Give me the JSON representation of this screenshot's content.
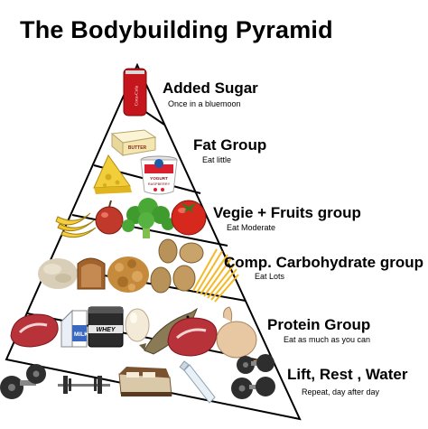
{
  "title": "The Bodybuilding Pyramid",
  "tiers": [
    {
      "label": "Added Sugar",
      "sub": "Once in a bluemoon"
    },
    {
      "label": "Fat Group",
      "sub": "Eat little"
    },
    {
      "label": "Vegie + Fruits group",
      "sub": "Eat Moderate"
    },
    {
      "label": "Comp. Carbohydrate group",
      "sub": "Eat Lots"
    },
    {
      "label": "Protein Group",
      "sub": "Eat as much as you can"
    },
    {
      "label": "Lift, Rest , Water",
      "sub": "Repeat, day after day"
    }
  ],
  "food_labels": {
    "cola": "Coca-Cola",
    "butter": "BUTTER",
    "yogurt_top": "YOGURT",
    "yogurt_bottom": "RASPBERRY",
    "milk": "MILK",
    "whey": "WHEY"
  },
  "colors": {
    "pyramid": "#000000",
    "cola_red": "#c4161c",
    "butter": "#f3e6b0",
    "cheese": "#f2cf3a",
    "yogurt": "#d8202f",
    "banana": "#f4d03f",
    "apple": "#c0392b",
    "broccoli": "#3f9b2e",
    "tomato": "#d6281d",
    "oats": "#d9cfb8",
    "bread": "#a2622c",
    "cereal": "#c58a3c",
    "potato": "#b9925a",
    "pasta": "#f5b928",
    "steak": "#b8323a",
    "milk": "#3a68c0",
    "whey": "#2b2b2b",
    "egg": "#f3ead8",
    "fish": "#8a7a55",
    "chicken": "#e8c7a3",
    "iron": "#2e2e2e",
    "bed": "#7a5230"
  }
}
